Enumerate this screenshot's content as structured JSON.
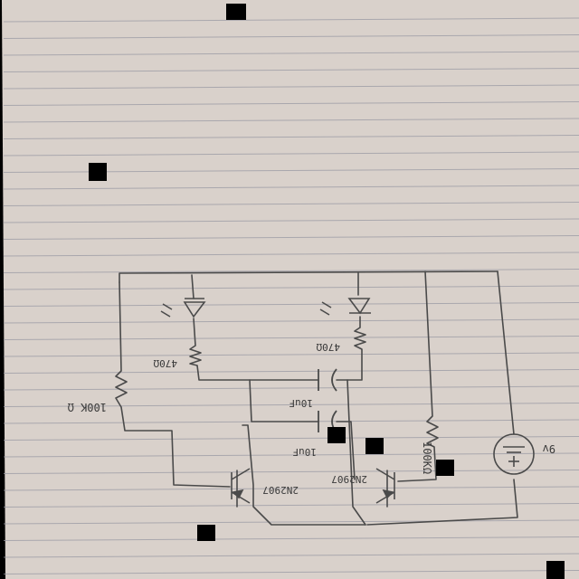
{
  "diagram": {
    "kind": "hand-drawn astable multivibrator schematic on lined paper",
    "paper_color": "#d9d1cb",
    "rule_color": "#9a9aa4",
    "ink_color": "#4a4a4a",
    "labels": {
      "r_left_led": "470Ω",
      "r_right_led": "470Ω",
      "r_left_base": "100K Ω",
      "r_right_base": "100KΩ",
      "cap_top": "10uF",
      "cap_bottom": "10uF",
      "q_left": "2N2907",
      "q_right": "2N2907",
      "battery": "9v"
    }
  }
}
